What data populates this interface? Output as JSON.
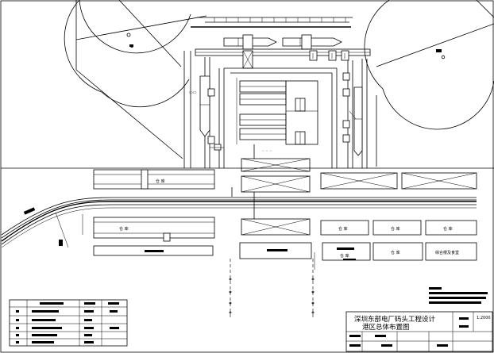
{
  "title_block": {
    "project": "深圳东部电厂码头工程设计",
    "drawing": "港区总体布置图",
    "scale": "1:2000"
  },
  "labels": {
    "yard_mid_right": "仓 库",
    "yard_right": "仓 库",
    "yard_far_right": "仓 库",
    "yard_lower_mid": "仓 库",
    "yard_lower_right": "仓 库",
    "yard_corner": "综合楼及食堂"
  }
}
